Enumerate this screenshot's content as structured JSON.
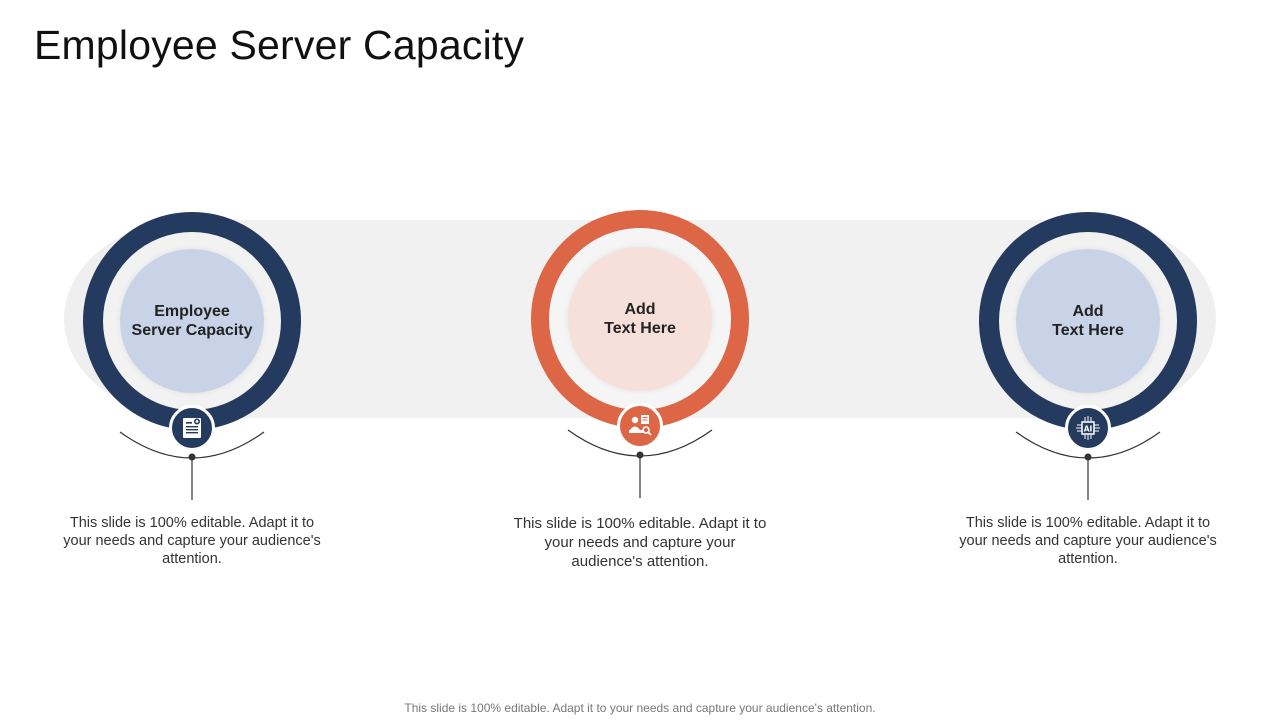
{
  "title": "Employee Server Capacity",
  "colors": {
    "navy": "#243a5e",
    "orange": "#dc6646",
    "band": "#f1f1f1"
  },
  "items": [
    {
      "label": "Employee\nServer Capacity",
      "icon": "document-icon",
      "desc": "This slide is 100% editable. Adapt it to your needs and capture your audience's attention."
    },
    {
      "label": "Add\nText Here",
      "icon": "people-meeting-icon",
      "desc": "This slide is 100% editable. Adapt it to your needs and capture your audience's attention."
    },
    {
      "label": "Add\nText Here",
      "icon": "ai-chip-icon",
      "desc": "This slide is 100% editable. Adapt it to your needs and capture your audience's attention."
    }
  ],
  "footer": "This slide is 100% editable. Adapt it to your needs and capture your audience's attention."
}
